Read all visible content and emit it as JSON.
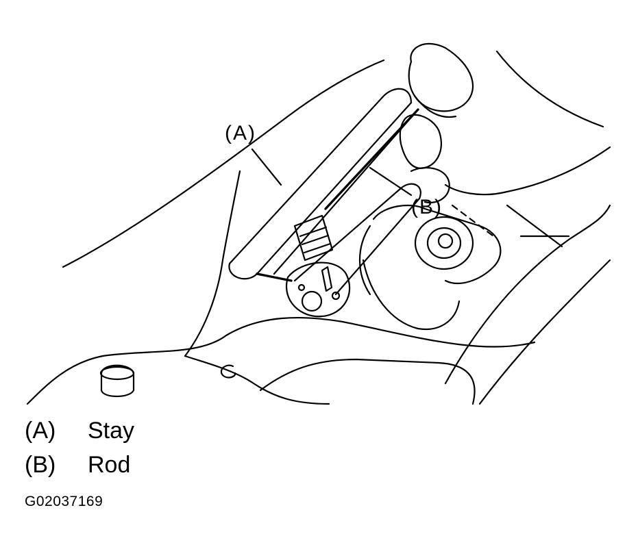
{
  "figure": {
    "callouts": [
      {
        "id": "A",
        "label": "(A)"
      },
      {
        "id": "B",
        "label": "(B)"
      }
    ],
    "legend": [
      {
        "key": "(A)",
        "text": "Stay"
      },
      {
        "key": "(B)",
        "text": "Rod"
      }
    ],
    "reference_code": "G02037169"
  }
}
